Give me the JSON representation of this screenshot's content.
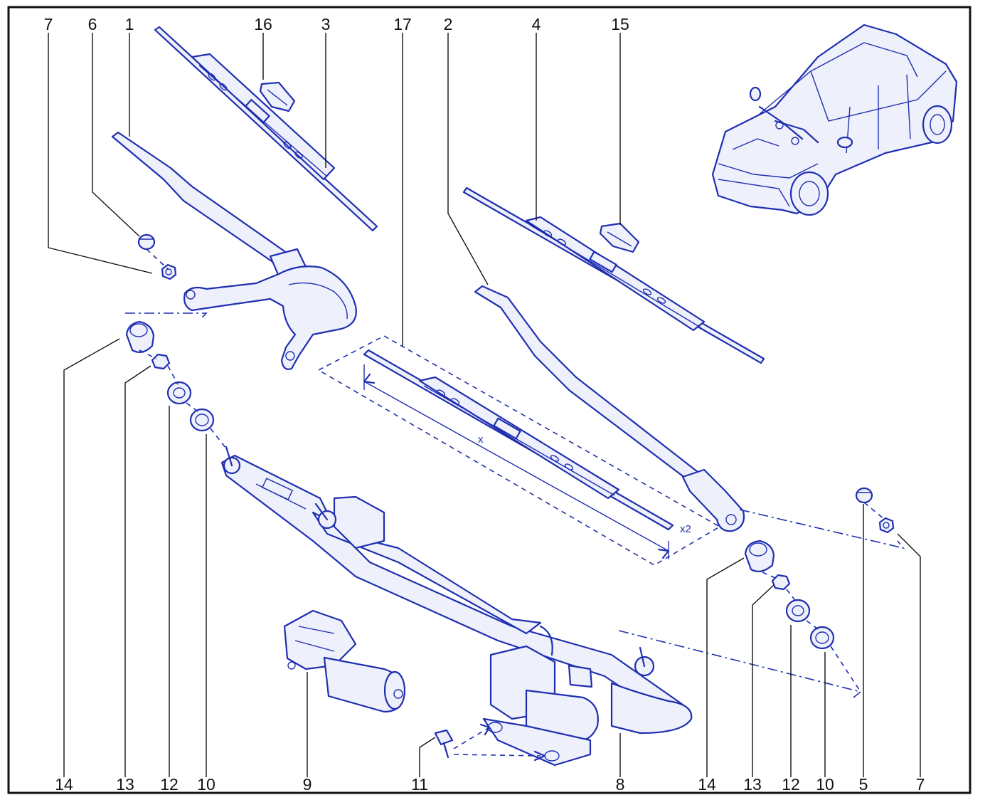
{
  "callouts": [
    {
      "id": "c-7-top",
      "label": "7"
    },
    {
      "id": "c-6",
      "label": "6"
    },
    {
      "id": "c-1",
      "label": "1"
    },
    {
      "id": "c-16",
      "label": "16"
    },
    {
      "id": "c-3",
      "label": "3"
    },
    {
      "id": "c-17",
      "label": "17"
    },
    {
      "id": "c-2",
      "label": "2"
    },
    {
      "id": "c-4",
      "label": "4"
    },
    {
      "id": "c-15",
      "label": "15"
    },
    {
      "id": "c-14-l",
      "label": "14"
    },
    {
      "id": "c-13-l",
      "label": "13"
    },
    {
      "id": "c-12-l",
      "label": "12"
    },
    {
      "id": "c-10-l",
      "label": "10"
    },
    {
      "id": "c-9",
      "label": "9"
    },
    {
      "id": "c-11",
      "label": "11"
    },
    {
      "id": "c-8",
      "label": "8"
    },
    {
      "id": "c-14-r",
      "label": "14"
    },
    {
      "id": "c-13-r",
      "label": "13"
    },
    {
      "id": "c-12-r",
      "label": "12"
    },
    {
      "id": "c-10-r",
      "label": "10"
    },
    {
      "id": "c-5",
      "label": "5"
    },
    {
      "id": "c-7-r",
      "label": "7"
    }
  ],
  "dimension": {
    "length_symbol": "x",
    "quantity": "x2"
  },
  "colors": {
    "line_art": "#1f2fb0",
    "callout_text": "#111111",
    "frame": "#111111",
    "background": "#ffffff"
  }
}
